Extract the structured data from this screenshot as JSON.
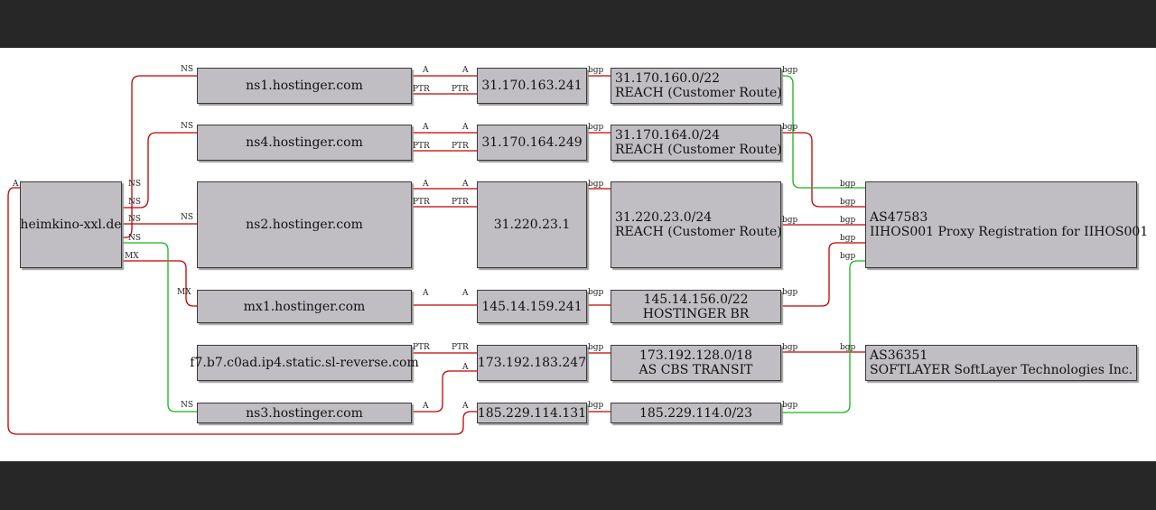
{
  "colors": {
    "dns": "#c00000",
    "route": "#17b517",
    "node_fill": "#c0bec2"
  },
  "nodes": {
    "domain": {
      "label": "heimkino-xxl.de"
    },
    "ns1": {
      "label": "ns1.hostinger.com"
    },
    "ns4": {
      "label": "ns4.hostinger.com"
    },
    "ns2": {
      "label": "ns2.hostinger.com"
    },
    "mx1": {
      "label": "mx1.hostinger.com"
    },
    "sl_reverse": {
      "label": "f7.b7.c0ad.ip4.static.sl-reverse.com"
    },
    "ns3": {
      "label": "ns3.hostinger.com"
    },
    "ip_31_170_163_241": {
      "label": "31.170.163.241"
    },
    "ip_31_170_164_249": {
      "label": "31.170.164.249"
    },
    "ip_31_220_23_1": {
      "label": "31.220.23.1"
    },
    "ip_145_14_159_241": {
      "label": "145.14.159.241"
    },
    "ip_173_192_183_247": {
      "label": "173.192.183.247"
    },
    "ip_185_229_114_131": {
      "label": "185.229.114.131"
    },
    "pfx_31_170_160": {
      "line1": "31.170.160.0/22",
      "line2": "REACH (Customer Route)"
    },
    "pfx_31_170_164": {
      "line1": "31.170.164.0/24",
      "line2": "REACH (Customer Route)"
    },
    "pfx_31_220_23": {
      "line1": "31.220.23.0/24",
      "line2": "REACH (Customer Route)"
    },
    "pfx_145_14_156": {
      "line1": "145.14.156.0/22",
      "line2": "HOSTINGER BR"
    },
    "pfx_173_192_128": {
      "line1": "173.192.128.0/18",
      "line2": "AS CBS TRANSIT"
    },
    "pfx_185_229_114": {
      "line1": "185.229.114.0/23"
    },
    "as47583": {
      "line1": "AS47583",
      "line2": "IIHOS001 Proxy Registration for IIHOS001"
    },
    "as36351": {
      "line1": "AS36351",
      "line2": "SOFTLAYER SoftLayer Technologies Inc."
    }
  },
  "edge_labels": {
    "ns": "NS",
    "mx": "MX",
    "a": "A",
    "ptr": "PTR",
    "bgp": "bgp"
  }
}
